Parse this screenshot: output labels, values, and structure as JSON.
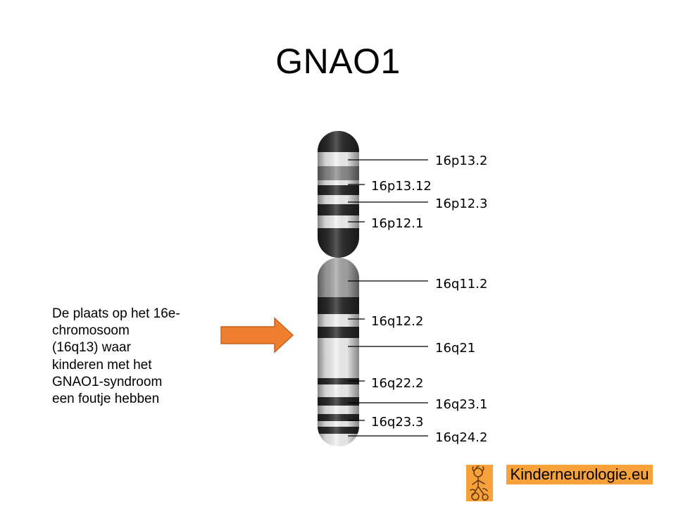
{
  "title": "GNAO1",
  "caption": {
    "lines": [
      "De plaats op het 16e-",
      "chromosoom",
      "(16q13) waar",
      "kinderen met het",
      "GNAO1-syndroom",
      "een foutje hebben"
    ]
  },
  "arrow": {
    "icon": "right-arrow-icon",
    "fill": "#ef7f2e",
    "stroke": "#c9601a"
  },
  "chromosome": {
    "band_labels": [
      "16p13.2",
      "16p13.12",
      "16p12.3",
      "16p12.1",
      "16q11.2",
      "16q12.2",
      "16q21",
      "16q22.2",
      "16q23.1",
      "16q23.3",
      "16q24.2"
    ]
  },
  "logo": {
    "text": "Kinderneurologie.eu",
    "background": "#f6a13a"
  }
}
